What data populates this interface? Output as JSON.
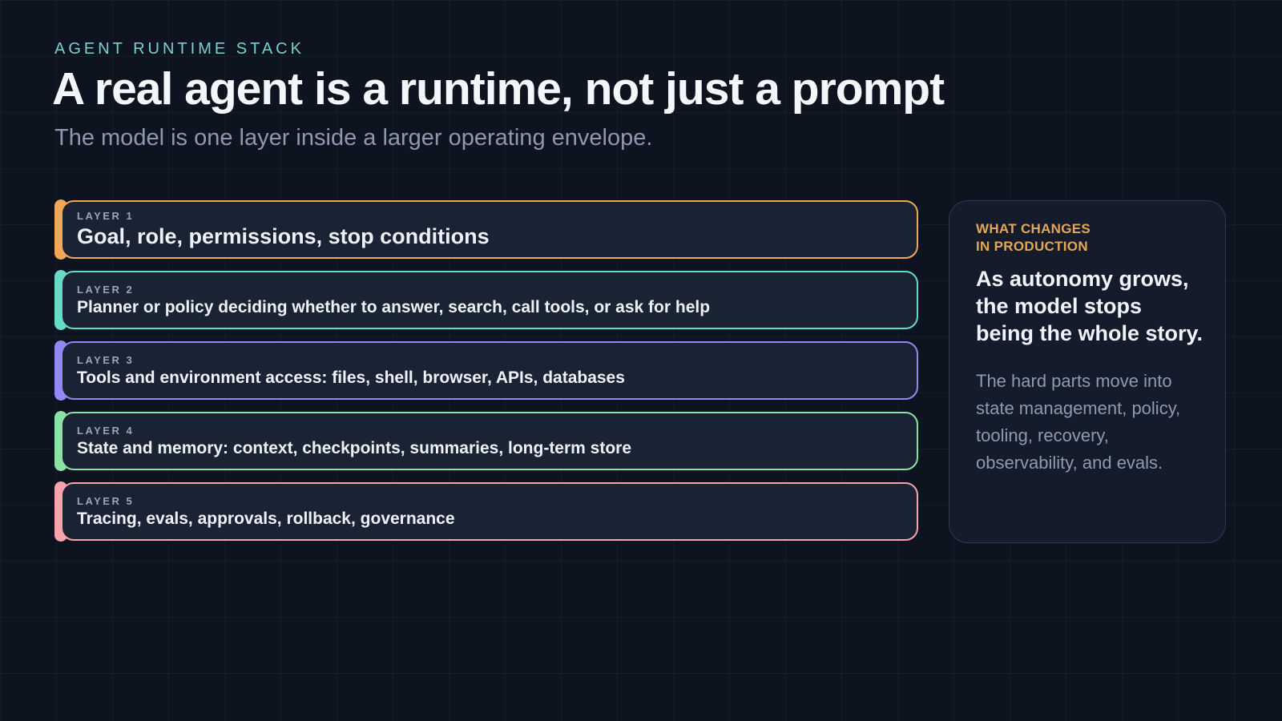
{
  "slide": {
    "kicker": "AGENT RUNTIME STACK",
    "title": "A real agent is a runtime, not just a prompt",
    "subtitle": "The model is one layer inside a larger operating envelope."
  },
  "layers": [
    {
      "label": "LAYER 1",
      "title": "Goal, role, permissions, stop conditions",
      "color": "#f0a858"
    },
    {
      "label": "LAYER 2",
      "title": "Planner or policy deciding whether to answer, search, call tools, or ask for help",
      "color": "#67dbc6"
    },
    {
      "label": "LAYER 3",
      "title": "Tools and environment access: files, shell, browser, APIs, databases",
      "color": "#9089f4"
    },
    {
      "label": "LAYER 4",
      "title": "State and memory: context, checkpoints, summaries, long-term store",
      "color": "#8ce2a5"
    },
    {
      "label": "LAYER 5",
      "title": "Tracing, evals, approvals, rollback, governance",
      "color": "#f9a3ac"
    }
  ],
  "side_panel": {
    "label_color": "#e7a654",
    "label_lines": [
      "WHAT CHANGES",
      "IN PRODUCTION"
    ],
    "heading_lines": [
      "As autonomy grows,",
      "the model stops",
      "being the whole story."
    ],
    "body_lines": [
      "The hard parts move into",
      "state management, policy,",
      "tooling, recovery,",
      "observability, and evals."
    ]
  }
}
